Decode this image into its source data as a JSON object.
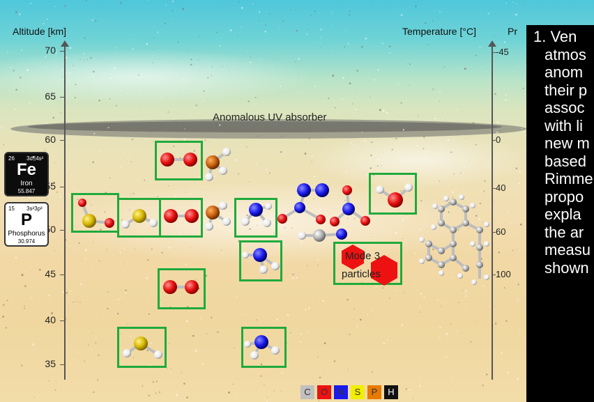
{
  "axis": {
    "altitude_title": "Altitude [km]",
    "altitude_ticks": [
      "70",
      "65",
      "60",
      "55",
      "50",
      "45",
      "40",
      "35"
    ],
    "temperature_title": "Temperature [°C]",
    "clipped_title": "Pr",
    "temperature_ticks": [
      "-45",
      "0",
      "40",
      "60",
      "100"
    ]
  },
  "annotations": {
    "uv_absorber": "Anomalous UV absorber",
    "mode3_line1": "Mode 3",
    "mode3_line2": "particles"
  },
  "elements": {
    "iron": {
      "number": "26",
      "config": "3d¶4s²",
      "symbol": "Fe",
      "name": "Iron",
      "mass": "55.847"
    },
    "phosphorus": {
      "number": "15",
      "config": "3s²3p³",
      "symbol": "P",
      "name": "Phosphorus",
      "mass": "30.974"
    }
  },
  "legend": [
    {
      "label": "C",
      "color": "#c0c0c0",
      "text": "#333333"
    },
    {
      "label": "O",
      "color": "#ee1111",
      "text": "#333333"
    },
    {
      "label": "N",
      "color": "#1a1aee",
      "text": "#333333"
    },
    {
      "label": "S",
      "color": "#f2ee00",
      "text": "#333333"
    },
    {
      "label": "P",
      "color": "#e87a00",
      "text": "#333333"
    },
    {
      "label": "H",
      "color": "#111111",
      "text": "#ffffff"
    }
  ],
  "text_panel": {
    "lines": [
      "1. Ven",
      "atmos",
      "anom",
      "their p",
      "assoc",
      "with li",
      "new m",
      "based",
      "Rimme",
      "propo",
      "expla",
      "the ar",
      "measu",
      "shown"
    ]
  },
  "colors": {
    "box_green": "#1faa3c",
    "oxygen": "#ee1111",
    "nitrogen": "#1a1aee",
    "sulfur": "#d8b800",
    "phosphorus": "#c86010",
    "carbon": "#b0b0b0",
    "hydrogen": "#f4f4f4"
  }
}
